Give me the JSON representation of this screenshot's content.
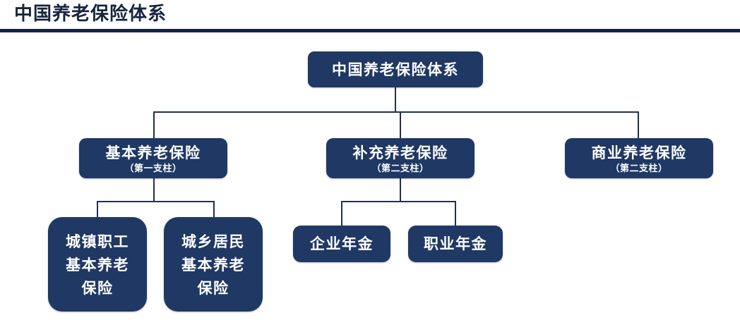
{
  "header": {
    "title": "中国养老保险体系",
    "divider_color": "#16253f"
  },
  "theme": {
    "node_fill": "#1f3864",
    "node_text": "#ffffff",
    "connector_color": "#22304c",
    "background": "#ffffff"
  },
  "diagram": {
    "type": "org-chart",
    "root": {
      "label": "中国养老保险体系"
    },
    "pillars": [
      {
        "label": "基本养老保险",
        "sublabel": "（第一支柱）",
        "children": [
          {
            "label": "城镇职工\n基本养老\n保险",
            "line1": "城镇职工",
            "line2": "基本养老",
            "line3": "保险"
          },
          {
            "label": "城乡居民\n基本养老\n保险",
            "line1": "城乡居民",
            "line2": "基本养老",
            "line3": "保险"
          }
        ]
      },
      {
        "label": "补充养老保险",
        "sublabel": "（第二支柱）",
        "children": [
          {
            "label": "企业年金"
          },
          {
            "label": "职业年金"
          }
        ]
      },
      {
        "label": "商业养老保险",
        "sublabel": "（第二支柱）",
        "children": []
      }
    ]
  }
}
